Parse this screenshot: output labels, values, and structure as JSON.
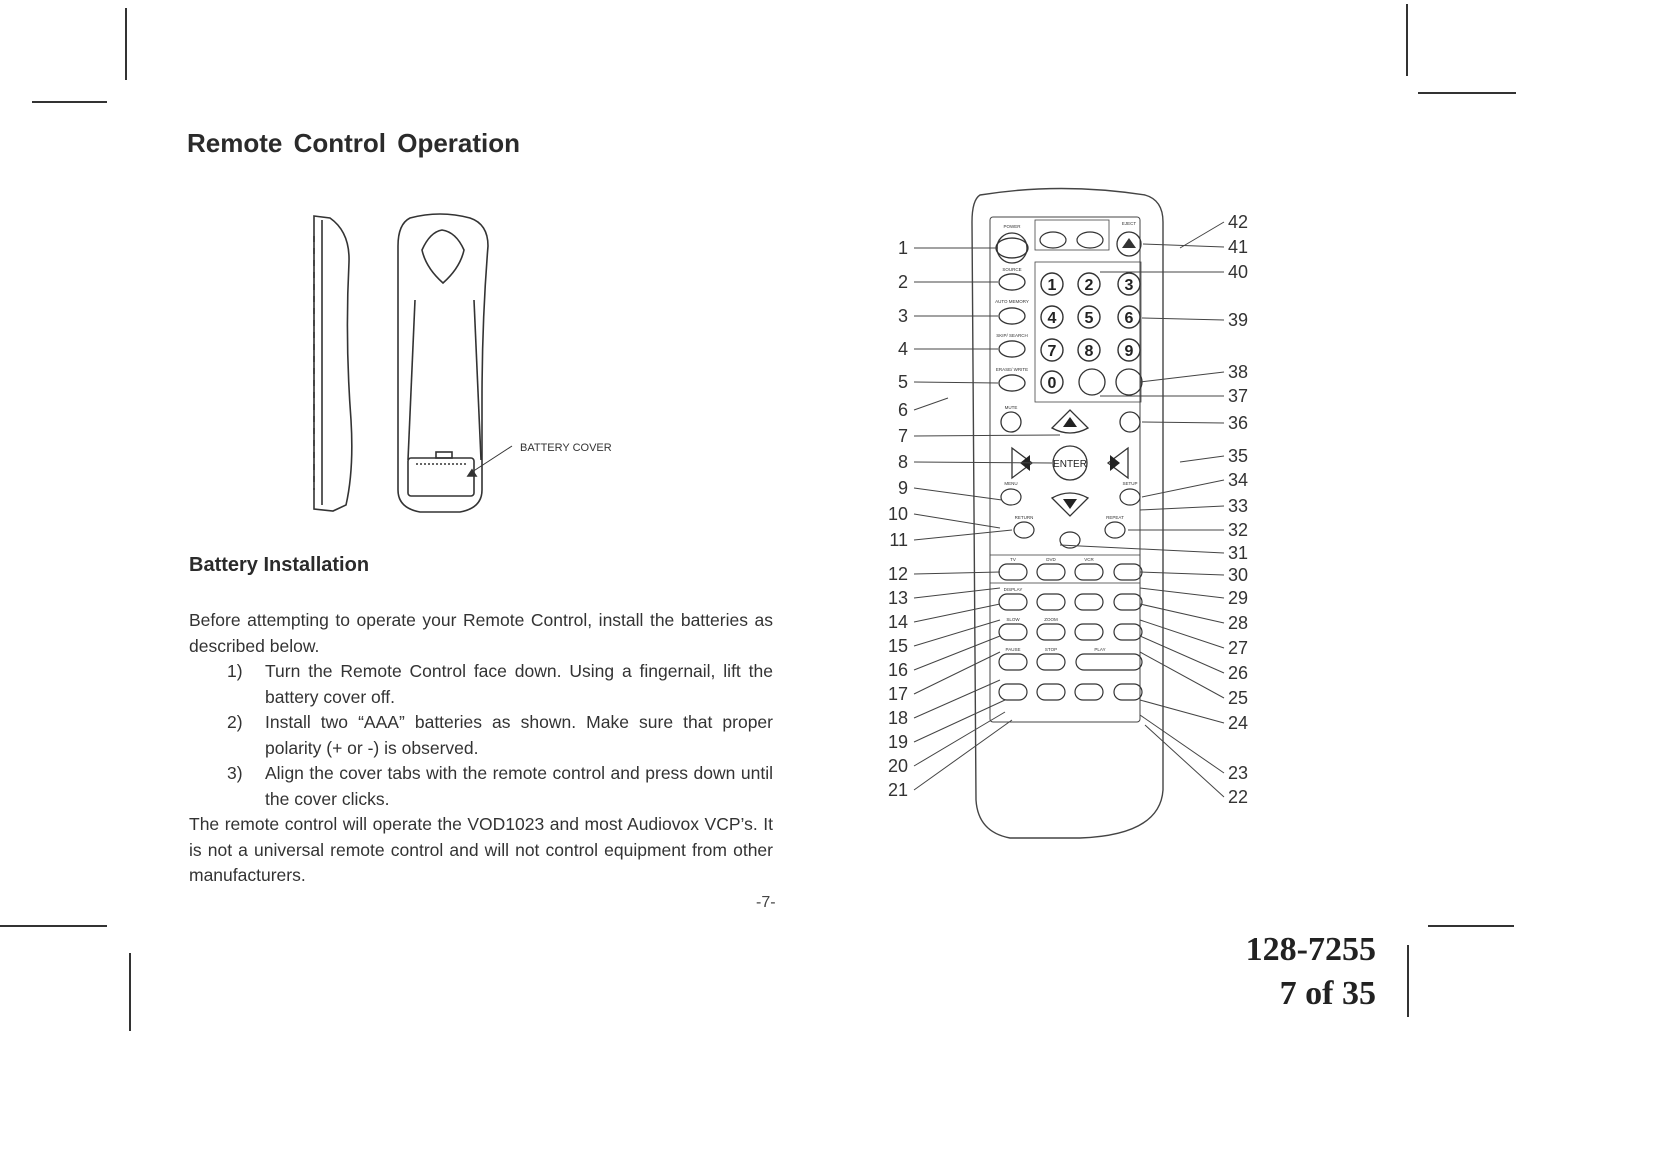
{
  "title": "Remote Control Operation",
  "battery_cover_label": "BATTERY COVER",
  "section": {
    "title": "Battery Installation",
    "intro": "Before attempting to operate your Remote Control, install the batteries as described below.",
    "steps": [
      {
        "num": "1)",
        "text": "Turn the Remote Control face down. Using a fingernail, lift the battery cover off."
      },
      {
        "num": "2)",
        "text": "Install two “AAA” batteries as shown. Make sure that proper polarity (+ or -) is observed."
      },
      {
        "num": "3)",
        "text": "Align the cover tabs with the remote control and press down until the cover clicks."
      }
    ],
    "closing": "The remote control will operate the VOD1023 and most Audiovox VCP’s. It is not a universal remote control and will not control equipment from other manufacturers."
  },
  "page_number": "-7-",
  "doc_id": "128-7255",
  "page_of": "7 of 35",
  "remote": {
    "left_callouts": [
      "1",
      "2",
      "3",
      "4",
      "5",
      "6",
      "7",
      "8",
      "9",
      "10",
      "11",
      "12",
      "13",
      "14",
      "15",
      "16",
      "17",
      "18",
      "19",
      "20",
      "21"
    ],
    "right_callouts": [
      "42",
      "41",
      "40",
      "39",
      "38",
      "37",
      "36",
      "35",
      "34",
      "33",
      "32",
      "31",
      "30",
      "29",
      "28",
      "27",
      "26",
      "25",
      "24",
      "23",
      "22"
    ],
    "digits": [
      "1",
      "2",
      "3",
      "4",
      "5",
      "6",
      "7",
      "8",
      "9",
      "0"
    ],
    "enter_label": "ENTER",
    "button_labels": [
      "POWER",
      "SOURCE",
      "AUTO MEMORY",
      "SKIP/ SEARCH",
      "ERASE/ WRITE",
      "MUTE",
      "MENU",
      "RETURN",
      "SETUP",
      "REPEAT",
      "EJECT",
      "TV",
      "DVD",
      "VCR",
      "DISPLAY",
      "SLOW",
      "ZOOM",
      "PAUSE",
      "STOP",
      "PLAY"
    ]
  }
}
